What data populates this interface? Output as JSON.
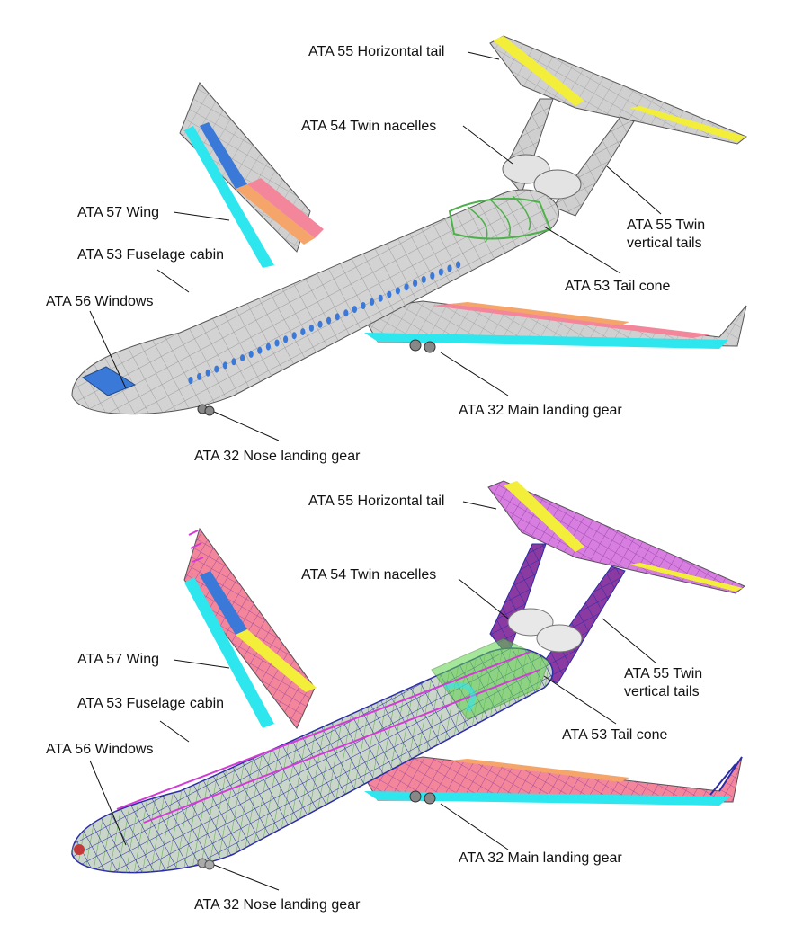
{
  "colors": {
    "fuselage": "#d4d4d4",
    "wing_leading_edge": "#2ee6ee",
    "wing_trailing_band": "#f4869b",
    "wing_orange_band": "#f5a56a",
    "tail_yellow": "#f2ee3a",
    "window_blue": "#3a79d8",
    "tailcone_green": "#4db04a",
    "structure_blue": "#2c2ca8",
    "structure_magenta": "#d43bd6",
    "structure_green": "#5fd24a"
  },
  "panels": [
    {
      "id": "surface-model",
      "labels": {
        "horizontal_tail": "ATA 55 Horizontal tail",
        "twin_nacelles": "ATA 54 Twin nacelles",
        "wing": "ATA 57 Wing",
        "fuselage_cabin": "ATA 53 Fuselage cabin",
        "windows": "ATA 56 Windows",
        "twin_vertical_tails": "ATA 55 Twin\nvertical tails",
        "tail_cone": "ATA 53 Tail cone",
        "main_landing_gear": "ATA 32 Main landing gear",
        "nose_landing_gear": "ATA 32 Nose landing gear"
      }
    },
    {
      "id": "structural-model",
      "labels": {
        "horizontal_tail": "ATA 55 Horizontal tail",
        "twin_nacelles": "ATA 54 Twin nacelles",
        "wing": "ATA 57 Wing",
        "fuselage_cabin": "ATA 53 Fuselage cabin",
        "windows": "ATA 56 Windows",
        "twin_vertical_tails": "ATA 55 Twin\nvertical tails",
        "tail_cone": "ATA 53 Tail cone",
        "main_landing_gear": "ATA 32 Main landing gear",
        "nose_landing_gear": "ATA 32 Nose landing gear"
      }
    }
  ]
}
